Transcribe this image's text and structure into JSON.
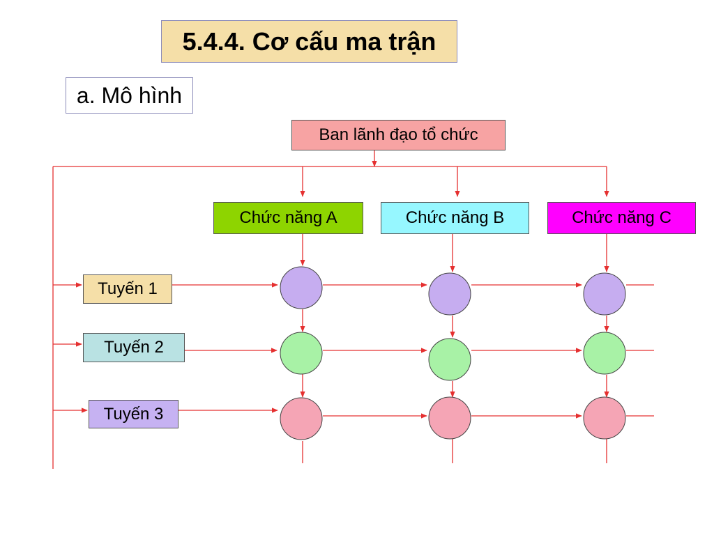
{
  "title": "5.4.4. Cơ cấu ma trận",
  "subtitle": "a. Mô hình",
  "leader": "Ban lãnh đạo tổ chức",
  "functions": [
    "Chức năng A",
    "Chức năng B",
    "Chức năng C"
  ],
  "lines": [
    "Tuyến 1",
    "Tuyến 2",
    "Tuyến 3"
  ],
  "colors": {
    "line_stroke": "#e53030",
    "title_bg": "#f5dfa8",
    "leader_bg": "#f7a3a3",
    "function_a": "#8ed400",
    "function_b": "#96f7ff",
    "function_c": "#ff00ff",
    "row1_node": "#c6adf0",
    "row2_node": "#a8f2a6",
    "row3_node": "#f5a5b5"
  }
}
